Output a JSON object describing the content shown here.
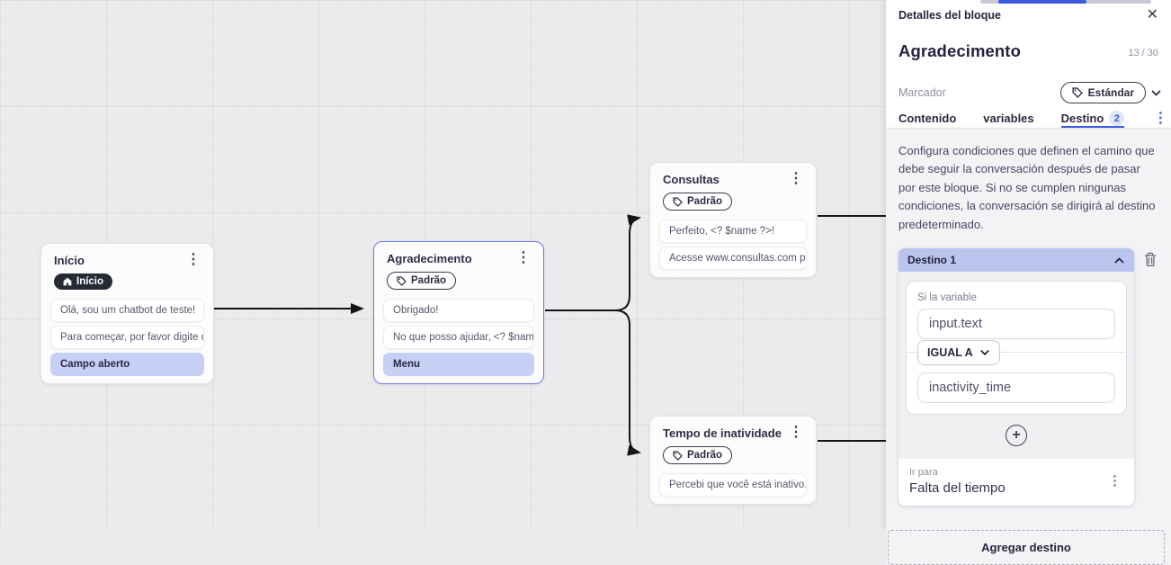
{
  "canvas": {
    "nodes": [
      {
        "title": "Início",
        "badge": "Início",
        "messages": [
          "Olá, sou um chatbot de teste!",
          "Para começar, por favor digite o ...",
          "Campo aberto"
        ]
      },
      {
        "title": "Agradecimento",
        "badge": "Padrão",
        "messages": [
          "Obrigado!",
          "No que posso ajudar, <? $name ...",
          "Menu"
        ]
      },
      {
        "title": "Consultas",
        "badge": "Padrão",
        "messages": [
          "Perfeito, <? $name ?>!",
          "Acesse www.consultas.com par..."
        ]
      },
      {
        "title": "Tempo de inatividade",
        "badge": "Padrão",
        "messages": [
          "Percebi que você está inativo. C..."
        ]
      }
    ]
  },
  "panel": {
    "header_title": "Detalles del bloque",
    "block_name": "Agradecimento",
    "char_counter": "13 / 30",
    "marker_label": "Marcador",
    "marker_value": "Estándar",
    "tabs": [
      {
        "label": "Contenido"
      },
      {
        "label": "variables"
      },
      {
        "label": "Destino",
        "badge": "2"
      }
    ],
    "description": "Configura condiciones que definen el camino que debe seguir la conversación después de pasar por este bloque. Si no se cumplen ningunas condiciones, la conversación se dirigirá al destino predeterminado.",
    "destination": {
      "title": "Destino 1",
      "condition_label": "Si la variable",
      "variable_value": "input.text",
      "operator_value": "IGUAL A",
      "compare_value": "inactivity_time",
      "goto_label": "Ir para",
      "goto_value": "Falta del tiempo"
    },
    "add_destination_label": "Agregar destino"
  },
  "icons": {
    "kebab": "⋮",
    "close": "✕",
    "plus": "+"
  },
  "colors": {
    "accent_blue": "#3b5bdb",
    "highlight_row": "#c6d0f4",
    "destination_header": "#b9c5ee",
    "selected_node_border": "#7277ee",
    "dark_badge": "#262a35",
    "edge": "#151515"
  }
}
